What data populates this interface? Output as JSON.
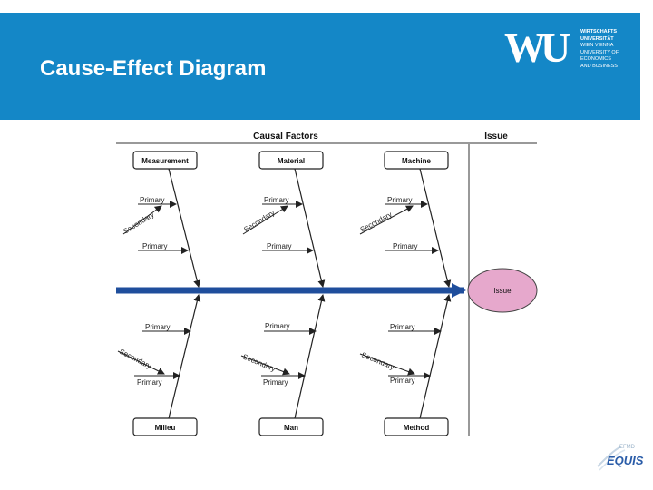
{
  "header": {
    "title": "Cause-Effect Diagram",
    "logo_mark": "WU",
    "logo_lines": [
      "WIRTSCHAFTS",
      "UNIVERSITÄT",
      "WIEN VIENNA",
      "UNIVERSITY OF",
      "ECONOMICS",
      "AND BUSINESS"
    ]
  },
  "diagram": {
    "causal_factors_label": "Causal Factors",
    "issue_header": "Issue",
    "issue_label": "Issue",
    "categories": {
      "measurement": "Measurement",
      "material": "Material",
      "machine": "Machine",
      "milieu": "Milieu",
      "man": "Man",
      "method": "Method"
    },
    "primary_label": "Primary",
    "secondary_label": "Secondary"
  },
  "footer": {
    "equis_small": "EFMD",
    "equis_text": "EQUIS"
  },
  "colors": {
    "header_bg": "#1487c7",
    "spine": "#1f4e9c",
    "issue_fill": "#e6a8cc"
  }
}
